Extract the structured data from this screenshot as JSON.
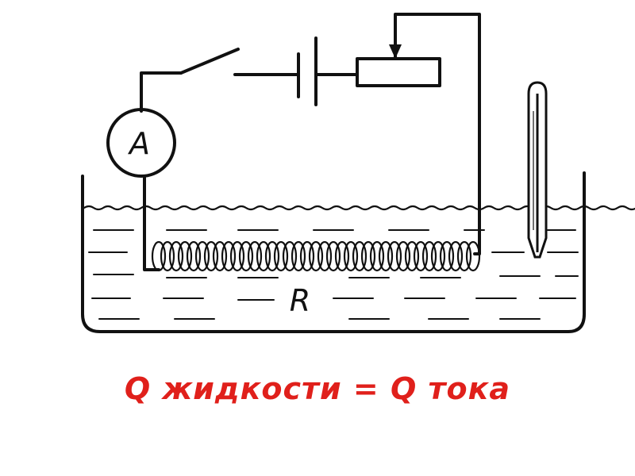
{
  "diagram": {
    "ammeter_label": "A",
    "resistor_label": "R"
  },
  "caption": {
    "formula": "Q жидкости = Q тока"
  },
  "colors": {
    "ink": "#111111",
    "formula": "#e0201b"
  }
}
